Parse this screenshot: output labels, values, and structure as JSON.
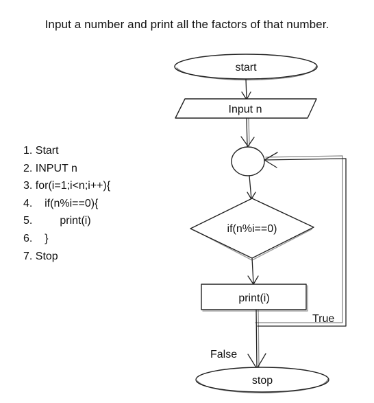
{
  "heading": "Input a number and print all the factors of that number.",
  "steps": [
    "1. Start",
    "2. INPUT n",
    "3. for(i=1;i<n;i++){",
    "4.    if(n%i==0){",
    "5.         print(i)",
    "6.    }",
    "7. Stop"
  ],
  "flowchart": {
    "start": "start",
    "input": "Input n",
    "decision": "if(n%i==0)",
    "process": "print(i)",
    "true_label": "True",
    "false_label": "False",
    "stop": "stop"
  }
}
